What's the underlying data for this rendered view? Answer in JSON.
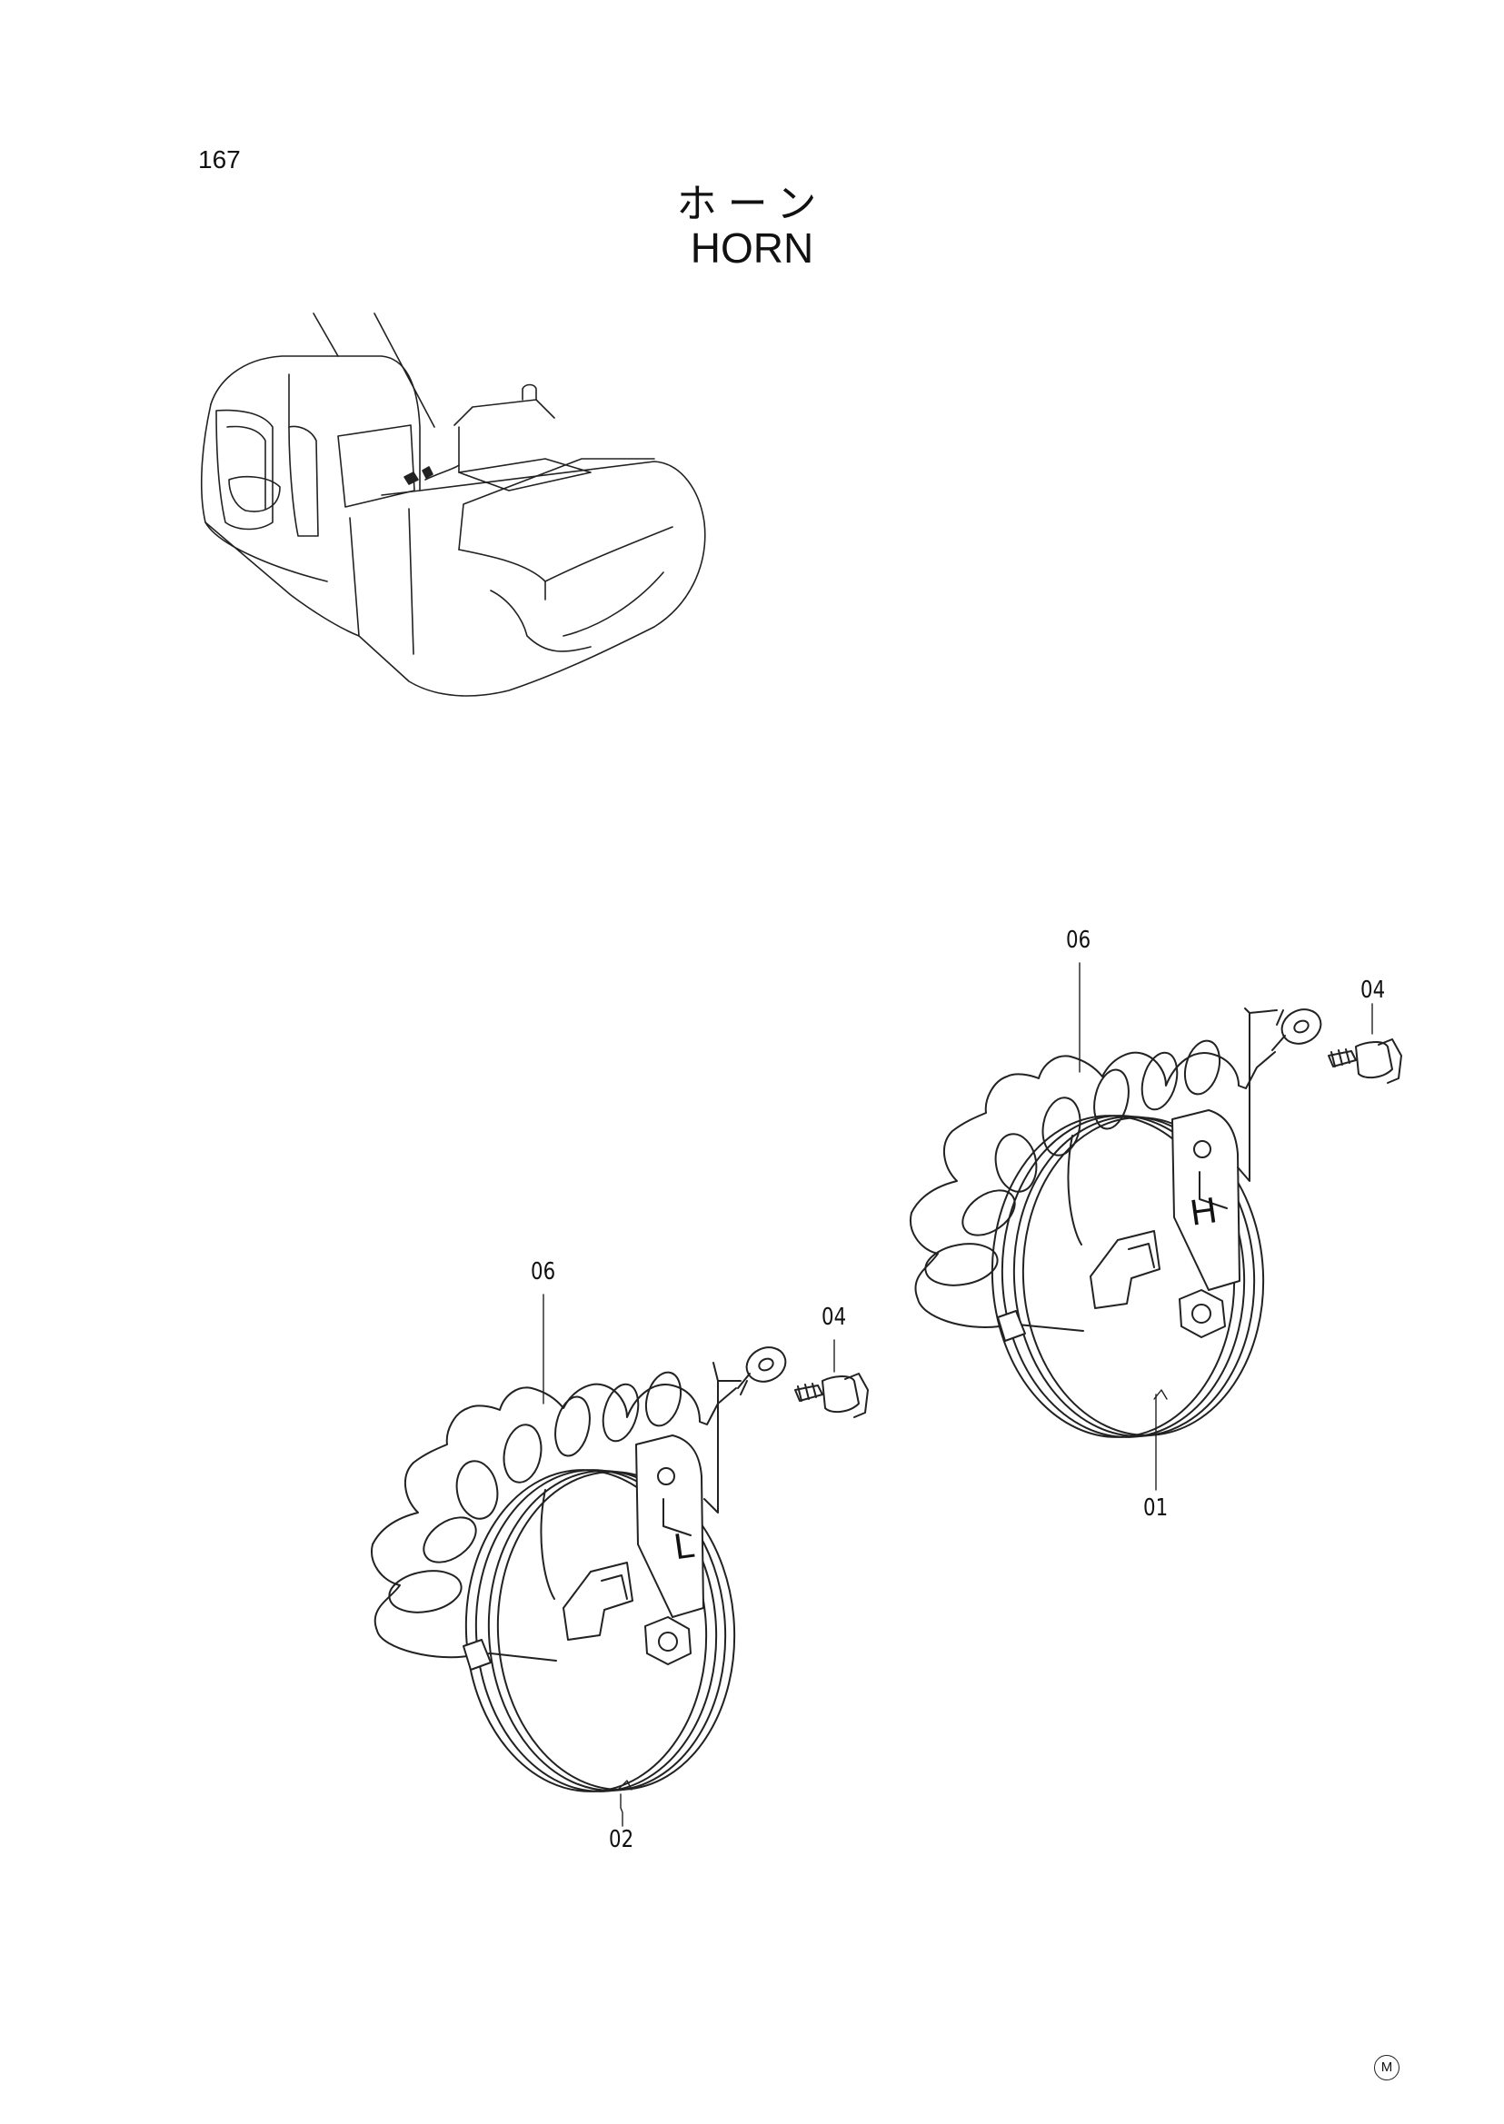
{
  "page": {
    "number": "167",
    "mark": "M"
  },
  "title": {
    "jp": "ホーン",
    "en": "HORN"
  },
  "callouts": {
    "left_harness": "06",
    "left_bolt": "04",
    "left_horn": "02",
    "right_harness": "06",
    "right_bolt": "04",
    "right_horn": "01"
  },
  "horn_letters": {
    "left": "L",
    "right": "H"
  }
}
